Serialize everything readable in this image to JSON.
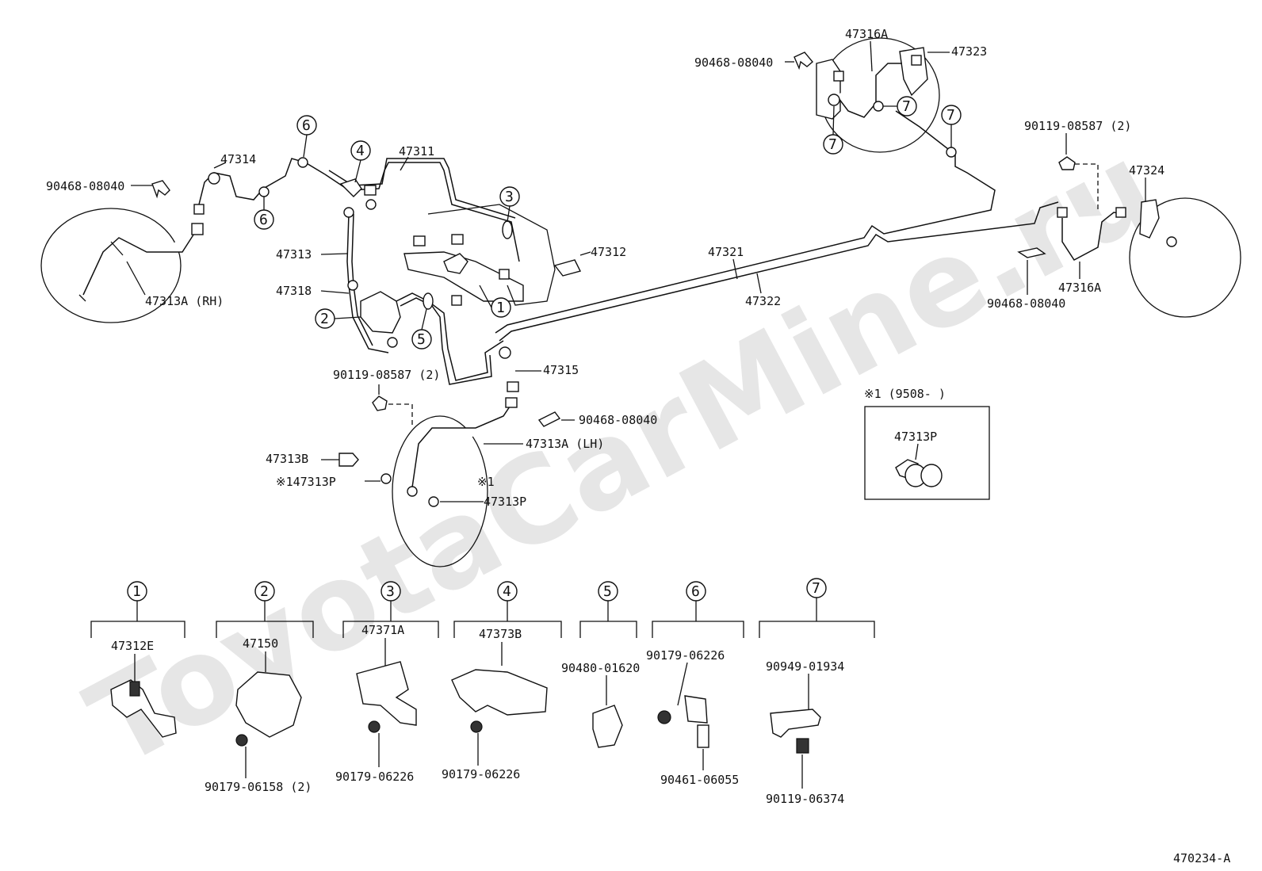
{
  "watermark": "ToyotaCarMine.ru",
  "diagram_id": "470234-A",
  "parts": {
    "hose_rh": "47313A (RH)",
    "hose_lh": "47313A (LH)",
    "clip_a": "90468-08040",
    "clip_b": "90468-08040",
    "clip_c": "90468-08040",
    "clip_d": "90468-08040",
    "pipe_47314": "47314",
    "pipe_47311": "47311",
    "pipe_47312": "47312",
    "pipe_47313": "47313",
    "pipe_47318": "47318",
    "pipe_47315": "47315",
    "pipe_47321": "47321",
    "pipe_47322": "47322",
    "hose_47316a_top": "47316A",
    "hose_47316a_right": "47316A",
    "bracket_47323": "47323",
    "bracket_47324": "47324",
    "bolt_08587_a": "90119-08587 (2)",
    "bolt_08587_b": "90119-08587 (2)",
    "bolt_47313b": "47313B",
    "gasket_note": "※147313P",
    "gasket_47313p": "47313P",
    "note_mark": "※1"
  },
  "callouts": [
    "1",
    "2",
    "3",
    "4",
    "5",
    "6",
    "7"
  ],
  "inset": {
    "title": "※1 (9508-       )",
    "part": "47313P"
  },
  "detail_groups": [
    {
      "num": "1",
      "main": "47312E",
      "sub": "",
      "sub2": ""
    },
    {
      "num": "2",
      "main": "47150",
      "sub": "90179-06158 (2)",
      "sub2": ""
    },
    {
      "num": "3",
      "main": "47371A",
      "sub": "90179-06226",
      "sub2": ""
    },
    {
      "num": "4",
      "main": "47373B",
      "sub": "90179-06226",
      "sub2": ""
    },
    {
      "num": "5",
      "main": "90480-01620",
      "sub": "",
      "sub2": ""
    },
    {
      "num": "6",
      "main": "90179-06226",
      "sub": "90461-06055",
      "sub2": ""
    },
    {
      "num": "7",
      "main": "90949-01934",
      "sub": "90119-06374",
      "sub2": ""
    }
  ]
}
